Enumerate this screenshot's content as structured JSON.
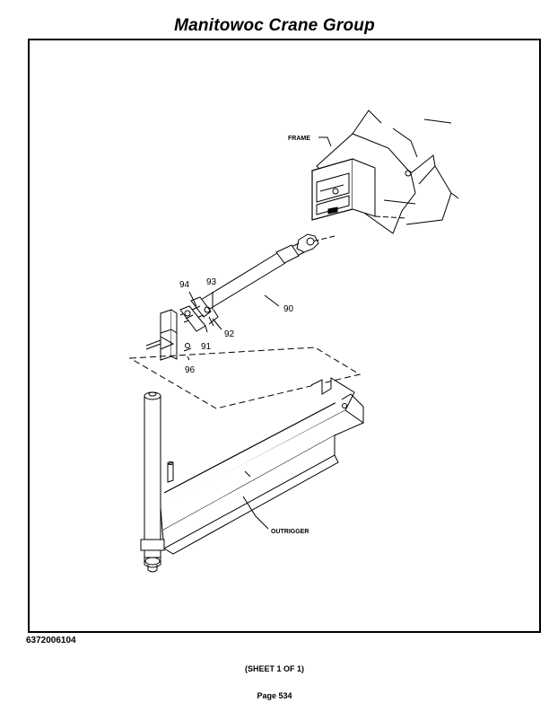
{
  "header": {
    "title": "Manitowoc Crane Group"
  },
  "diagram": {
    "callouts": {
      "frame": "FRAME",
      "outrigger": "OUTRIGGER",
      "p90": "90",
      "p91": "91",
      "p92": "92",
      "p93": "93",
      "p94": "94",
      "p96": "96"
    }
  },
  "footer": {
    "doc_number": "6372006104",
    "sheet": "(SHEET 1 OF 1)",
    "page": "Page 534"
  }
}
